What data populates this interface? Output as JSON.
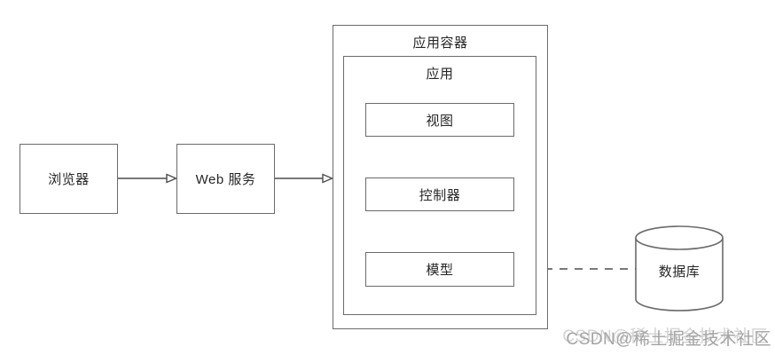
{
  "diagram": {
    "browser": {
      "label": "浏览器"
    },
    "web_service": {
      "label": "Web 服务"
    },
    "app_container": {
      "label": "应用容器"
    },
    "app": {
      "label": "应用"
    },
    "view": {
      "label": "视图"
    },
    "controller": {
      "label": "控制器"
    },
    "model": {
      "label": "模型"
    },
    "database": {
      "label": "数据库"
    },
    "connections": [
      {
        "from": "browser",
        "to": "web_service",
        "style": "solid-open-arrow"
      },
      {
        "from": "web_service",
        "to": "app_container",
        "style": "solid-open-arrow"
      },
      {
        "from": "model",
        "to": "database",
        "style": "dashed"
      }
    ]
  },
  "watermark": {
    "text": "CSDN@稀土掘金技术社区"
  },
  "colors": {
    "background": "#ffffff",
    "border": "#6b6b6b",
    "line": "#4d4d4d",
    "text": "#262626",
    "watermark": "#a3a3a3"
  }
}
